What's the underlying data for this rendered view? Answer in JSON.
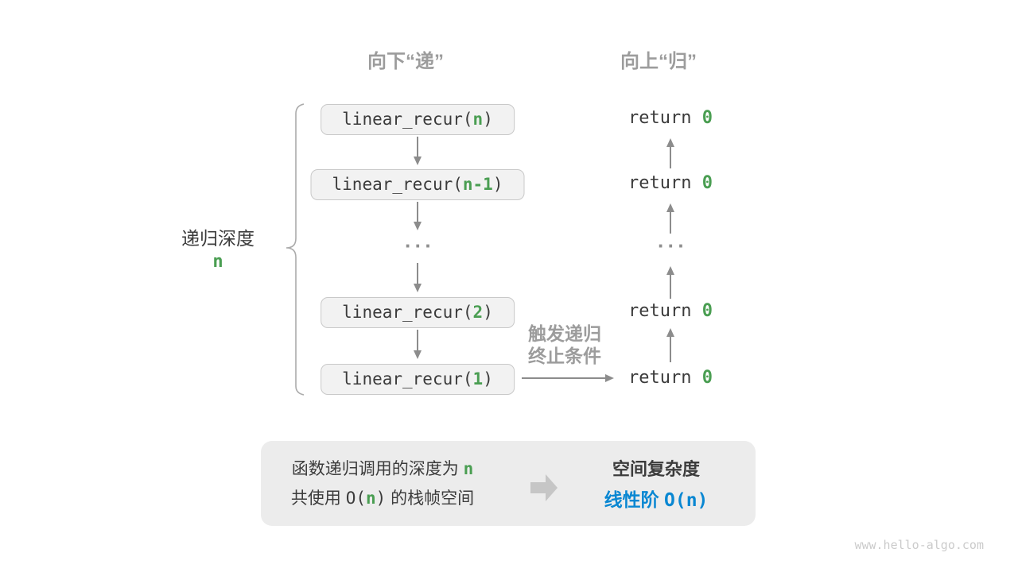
{
  "colors": {
    "green": "#4a9e52",
    "blue": "#0987d2",
    "gray_label": "#9c9c9c",
    "arrow_gray": "#8c8c8c",
    "box_fill": "#f2f2f2",
    "box_border": "#c9c9c9",
    "summary_bg": "#ececec"
  },
  "headers": {
    "down": "向下“递”",
    "up": "向上“归”"
  },
  "depth": {
    "label": "递归深度",
    "var": "n"
  },
  "call_stack": {
    "boxes": [
      {
        "prefix": "linear_recur(",
        "arg": "n",
        "suffix": ")"
      },
      {
        "prefix": "linear_recur(",
        "arg": "n-1",
        "suffix": ")"
      },
      {
        "prefix": "linear_recur(",
        "arg": "2",
        "suffix": ")"
      },
      {
        "prefix": "linear_recur(",
        "arg": "1",
        "suffix": ")"
      }
    ],
    "ellipsis": "···"
  },
  "returns": {
    "items": [
      {
        "keyword": "return ",
        "value": "0"
      },
      {
        "keyword": "return ",
        "value": "0"
      },
      {
        "keyword": "return ",
        "value": "0"
      },
      {
        "keyword": "return ",
        "value": "0"
      }
    ],
    "ellipsis": "···"
  },
  "base_case": {
    "line1": "触发递归",
    "line2": "终止条件"
  },
  "summary": {
    "line1_text": "函数递归调用的深度为 ",
    "line1_var": "n",
    "line2_pre": "共使用 ",
    "line2_o_open": "O(",
    "line2_var": "n",
    "line2_o_close": ")",
    "line2_post": " 的栈帧空间",
    "result_title": "空间复杂度",
    "result_pre": "线性阶 ",
    "result_o": "O(n)"
  },
  "watermark": "www.hello-algo.com"
}
